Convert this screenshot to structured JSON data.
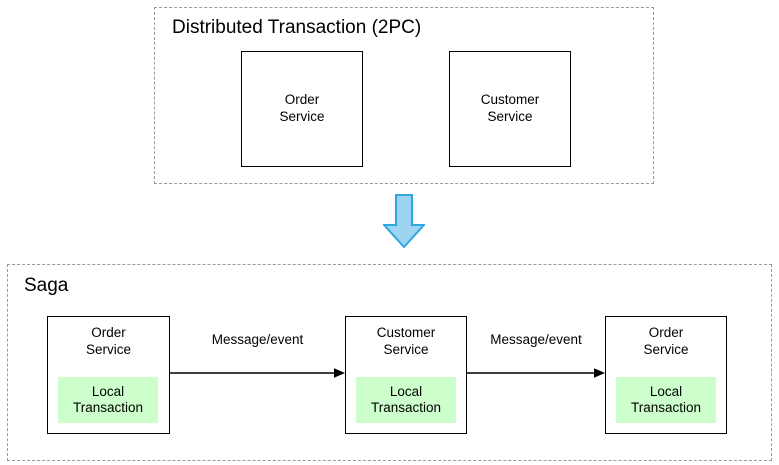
{
  "diagram": {
    "background": "#ffffff",
    "colors": {
      "group_border": "#9a9a9a",
      "box_border": "#000000",
      "local_transaction_fill": "#CCFFCC",
      "down_arrow_fill": "#9CD4F2",
      "down_arrow_stroke": "#2FA8DE",
      "text": "#000000"
    },
    "top_group": {
      "title": "Distributed Transaction (2PC)",
      "boxes": [
        {
          "label": "Order\nService"
        },
        {
          "label": "Customer\nService"
        }
      ]
    },
    "transition": {
      "icon": "down-arrow-icon"
    },
    "bottom_group": {
      "title": "Saga",
      "boxes": [
        {
          "label": "Order\nService",
          "chip": "Local\nTransaction"
        },
        {
          "label": "Customer\nService",
          "chip": "Local\nTransaction"
        },
        {
          "label": "Order\nService",
          "chip": "Local\nTransaction"
        }
      ],
      "connectors": [
        {
          "label": "Message/event"
        },
        {
          "label": "Message/event"
        }
      ]
    }
  }
}
